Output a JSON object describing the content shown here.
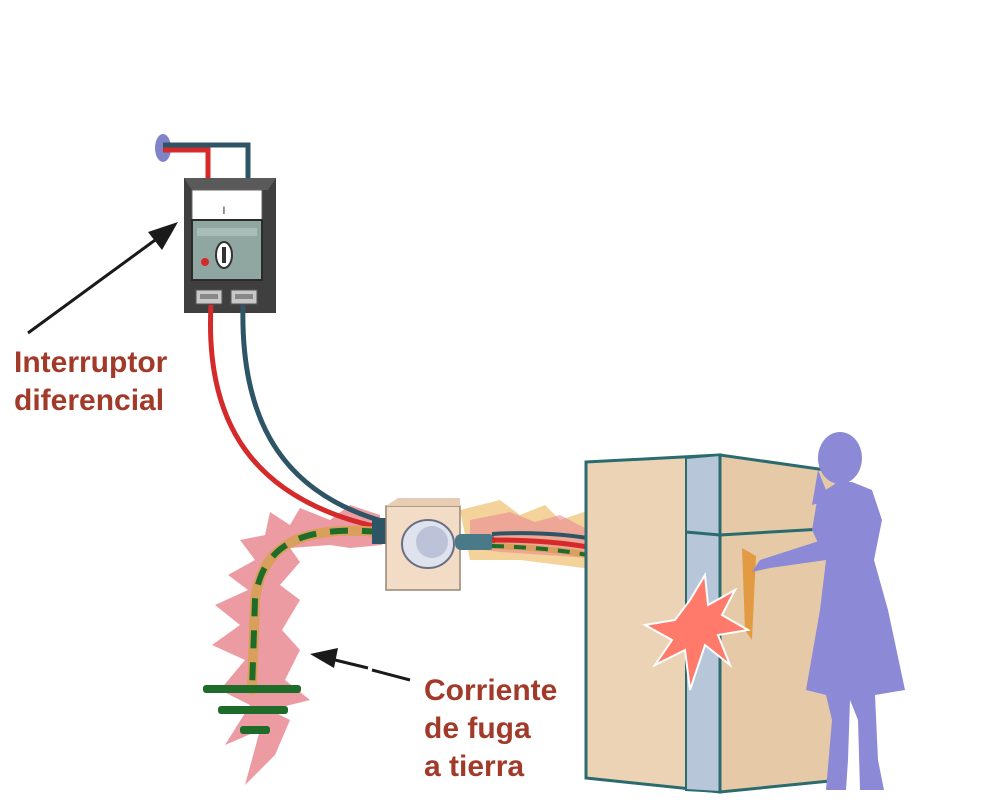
{
  "labels": {
    "rcd": {
      "line1": "Interruptor",
      "line2": "diferencial"
    },
    "leakage": {
      "line1": "Corriente",
      "line2": "de fuga",
      "line3": "a tierra"
    }
  },
  "colors": {
    "label_text": "#a23a2a",
    "phase_wire": "#d42a2a",
    "neutral_wire": "#2e5566",
    "earth_wire": "#1f6b2a",
    "earth_sheath": "#d9a05b",
    "leak_glow": "#e98a92",
    "fault_spark": "#ff7a6a",
    "appliance_body": "#ecd3b6",
    "appliance_panel": "#b7c7d9",
    "person_silhouette": "#8c8ad6",
    "breaker_body": "#4a4a4a",
    "breaker_panel": "#8fa7a0"
  },
  "icons": {
    "rcd": "residual-current-device-icon",
    "plug": "wall-socket-icon",
    "appliance": "appliance-cabinet-icon",
    "person": "person-silhouette-icon",
    "ground": "ground-symbol-icon",
    "spark": "electric-fault-spark-icon"
  }
}
